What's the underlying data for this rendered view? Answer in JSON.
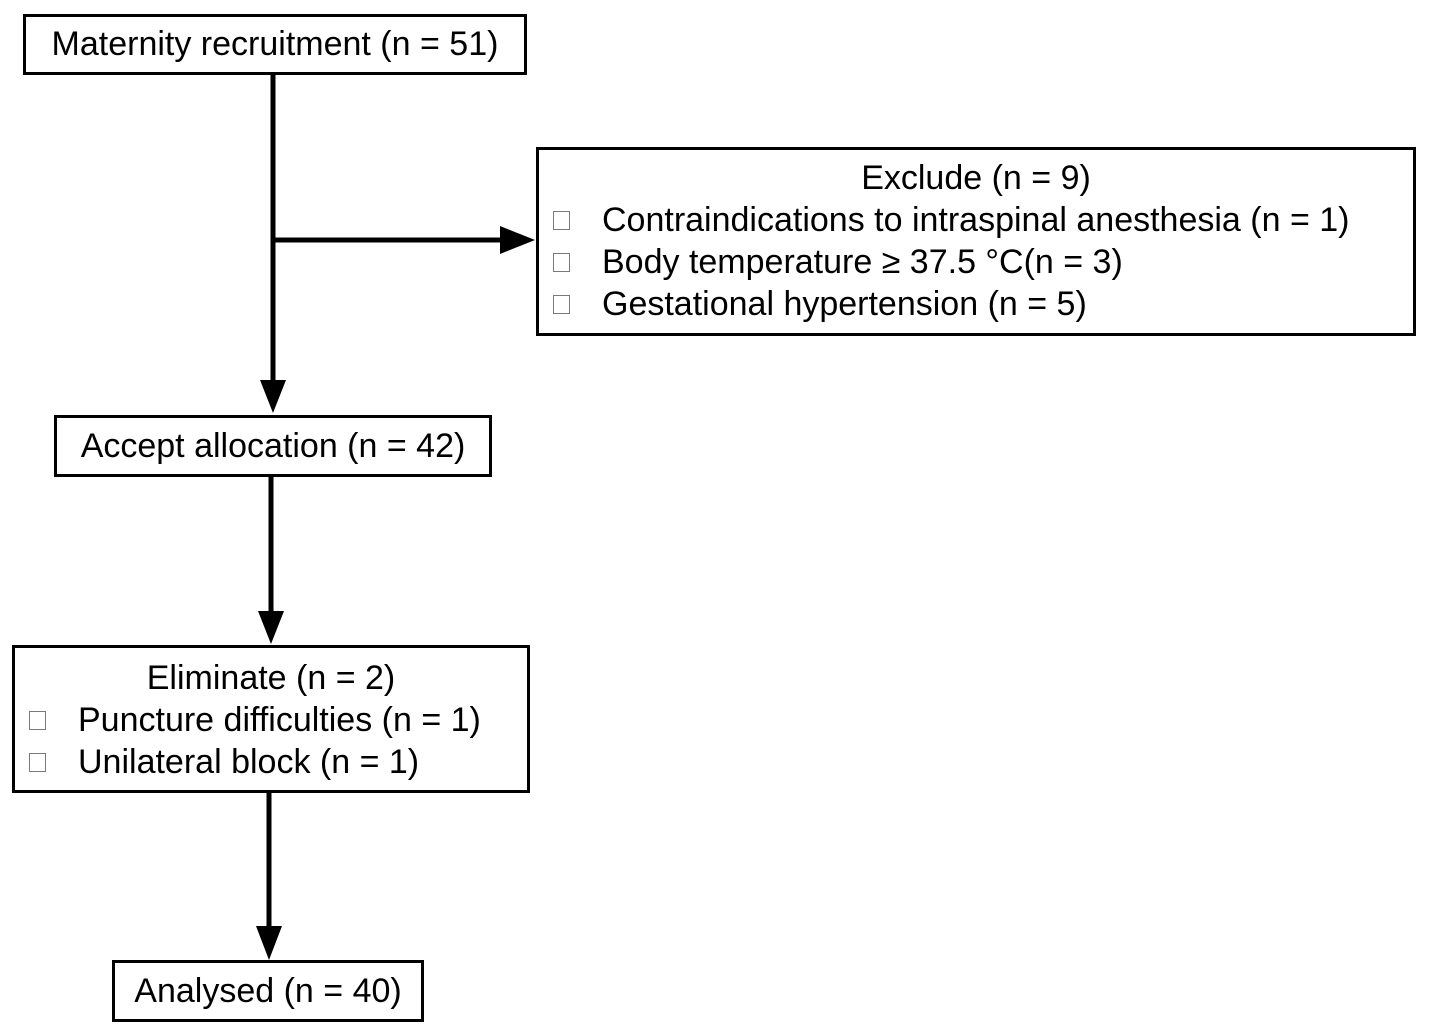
{
  "recruitment": {
    "label": "Maternity recruitment (n = 51)"
  },
  "exclude": {
    "title": "Exclude (n = 9)",
    "items": [
      "Contraindications to intraspinal anesthesia (n = 1)",
      "Body temperature ≥ 37.5 °C(n = 3)",
      "Gestational hypertension (n = 5)"
    ]
  },
  "allocation": {
    "label": "Accept allocation (n = 42)"
  },
  "eliminate": {
    "title": "Eliminate (n = 2)",
    "items": [
      "Puncture difficulties (n = 1)",
      "Unilateral block (n = 1)"
    ]
  },
  "analysed": {
    "label": "Analysed (n = 40)"
  },
  "colors": {
    "stroke": "#000000",
    "background": "#ffffff",
    "bullet_border": "#7a7a7a"
  }
}
